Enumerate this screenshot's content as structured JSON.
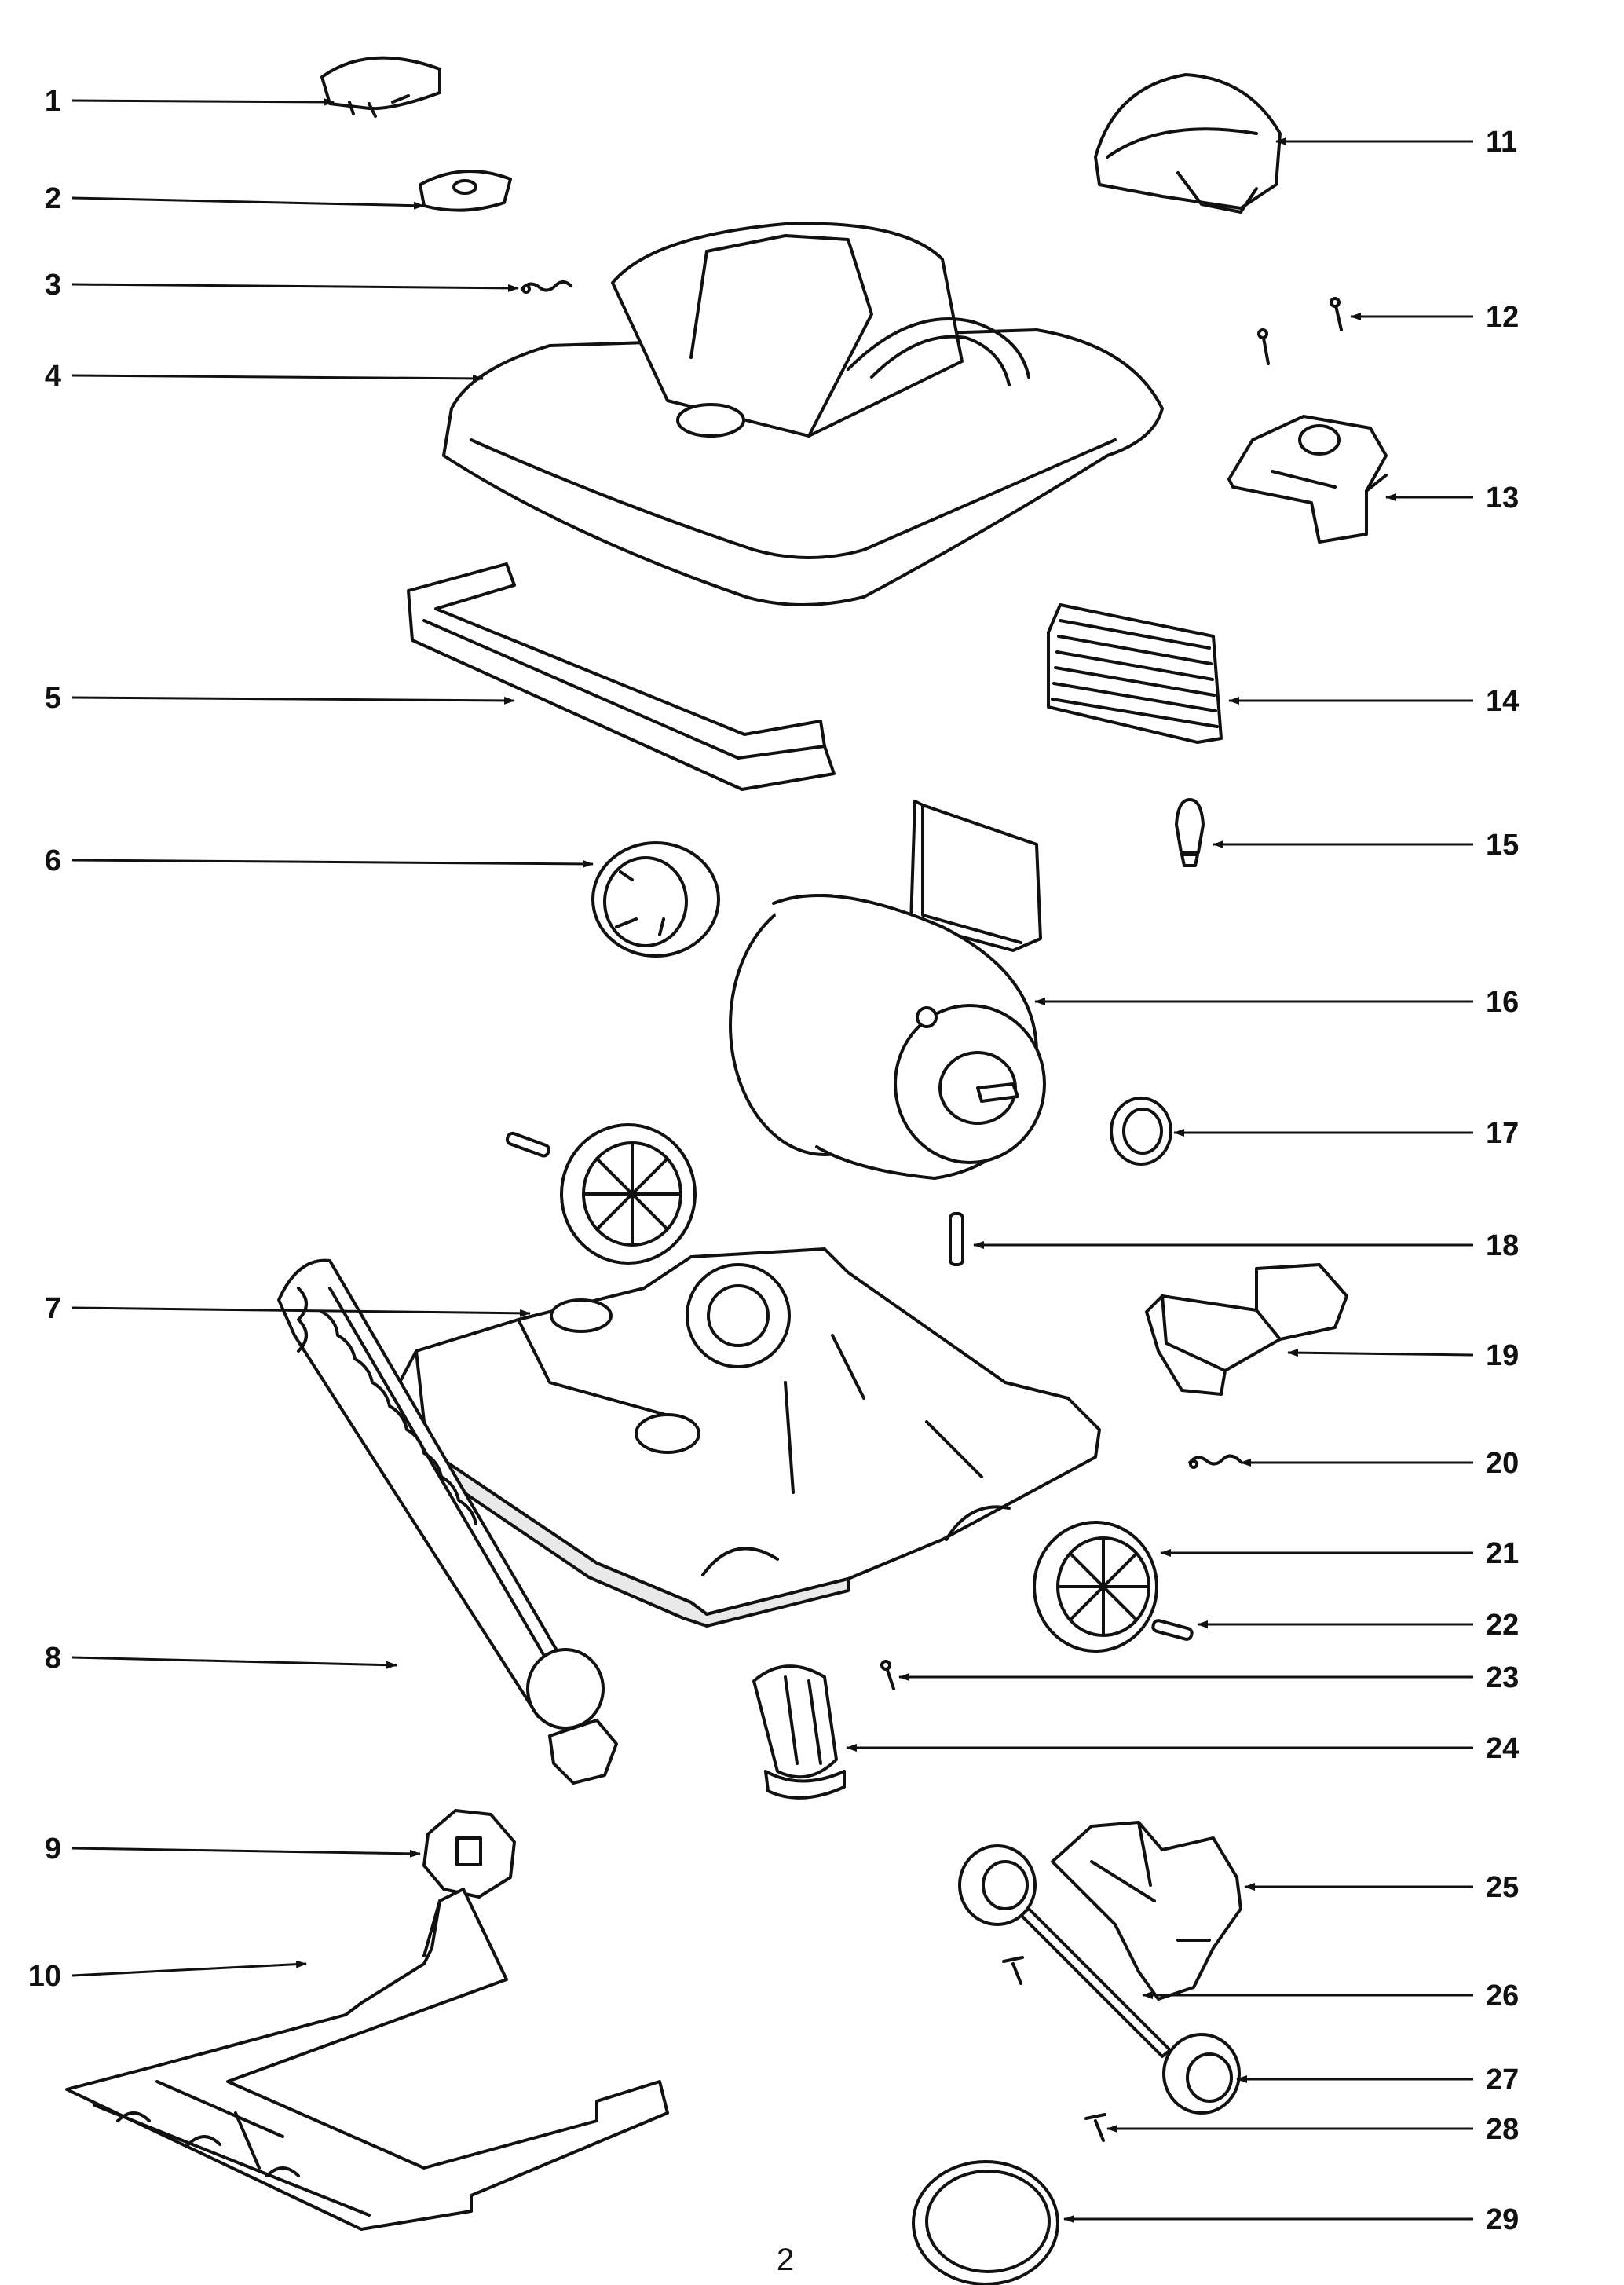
{
  "diagram": {
    "page_number": "2",
    "callouts": [
      {
        "id": "1"
      },
      {
        "id": "2"
      },
      {
        "id": "3"
      },
      {
        "id": "4"
      },
      {
        "id": "5"
      },
      {
        "id": "6"
      },
      {
        "id": "7"
      },
      {
        "id": "8"
      },
      {
        "id": "9"
      },
      {
        "id": "10"
      },
      {
        "id": "11"
      },
      {
        "id": "12"
      },
      {
        "id": "13"
      },
      {
        "id": "14"
      },
      {
        "id": "15"
      },
      {
        "id": "16"
      },
      {
        "id": "17"
      },
      {
        "id": "18"
      },
      {
        "id": "19"
      },
      {
        "id": "20"
      },
      {
        "id": "21"
      },
      {
        "id": "22"
      },
      {
        "id": "23"
      },
      {
        "id": "24"
      },
      {
        "id": "25"
      },
      {
        "id": "26"
      },
      {
        "id": "27"
      },
      {
        "id": "28"
      },
      {
        "id": "29"
      }
    ]
  }
}
